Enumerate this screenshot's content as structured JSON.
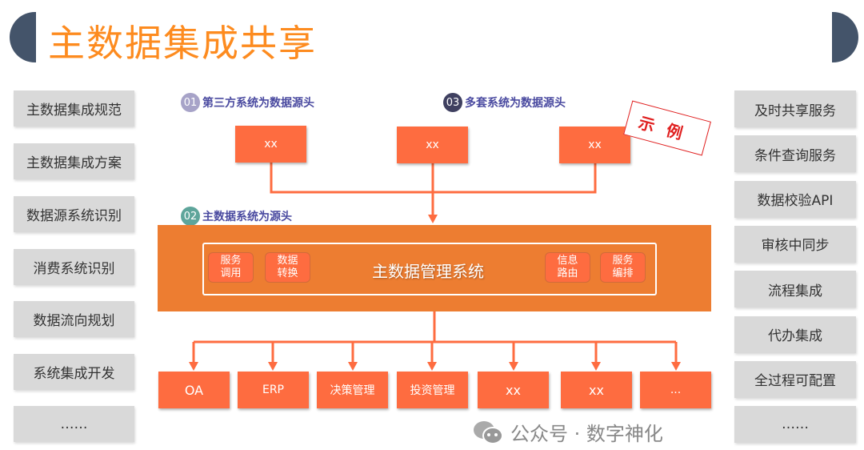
{
  "title": "主数据集成共享",
  "left_items": [
    "主数据集成规范",
    "主数据集成方案",
    "数据源系统识别",
    "消费系统识别",
    "数据流向规划",
    "系统集成开发",
    "……"
  ],
  "right_items": [
    "及时共享服务",
    "条件查询服务",
    "数据校验API",
    "审核中同步",
    "流程集成",
    "代办集成",
    "全过程可配置",
    "……"
  ],
  "sources": [
    {
      "num": "01",
      "label": "第三方系统为数据源头",
      "color": "#a7a3c8"
    },
    {
      "num": "02",
      "label": "主数据系统为源头",
      "color": "#5ea59b"
    },
    {
      "num": "03",
      "label": "多套系统为数据源头",
      "color": "#3f4060"
    }
  ],
  "top_boxes": [
    "xx",
    "xx",
    "xx"
  ],
  "mdm": {
    "title": "主数据管理系统",
    "modules": [
      "服务\n调用",
      "数据\n转换",
      "信息\n路由",
      "服务\n编排"
    ]
  },
  "bottom_boxes": [
    "OA",
    "ERP",
    "决策管理",
    "投资管理",
    "xx",
    "xx",
    "..."
  ],
  "stamp": "示例",
  "watermark": "公众号 · 数字神化",
  "colors": {
    "accent": "#fd8b1f",
    "box": "#fe6c40",
    "band": "#ed7d31",
    "tab": "#44546a"
  }
}
